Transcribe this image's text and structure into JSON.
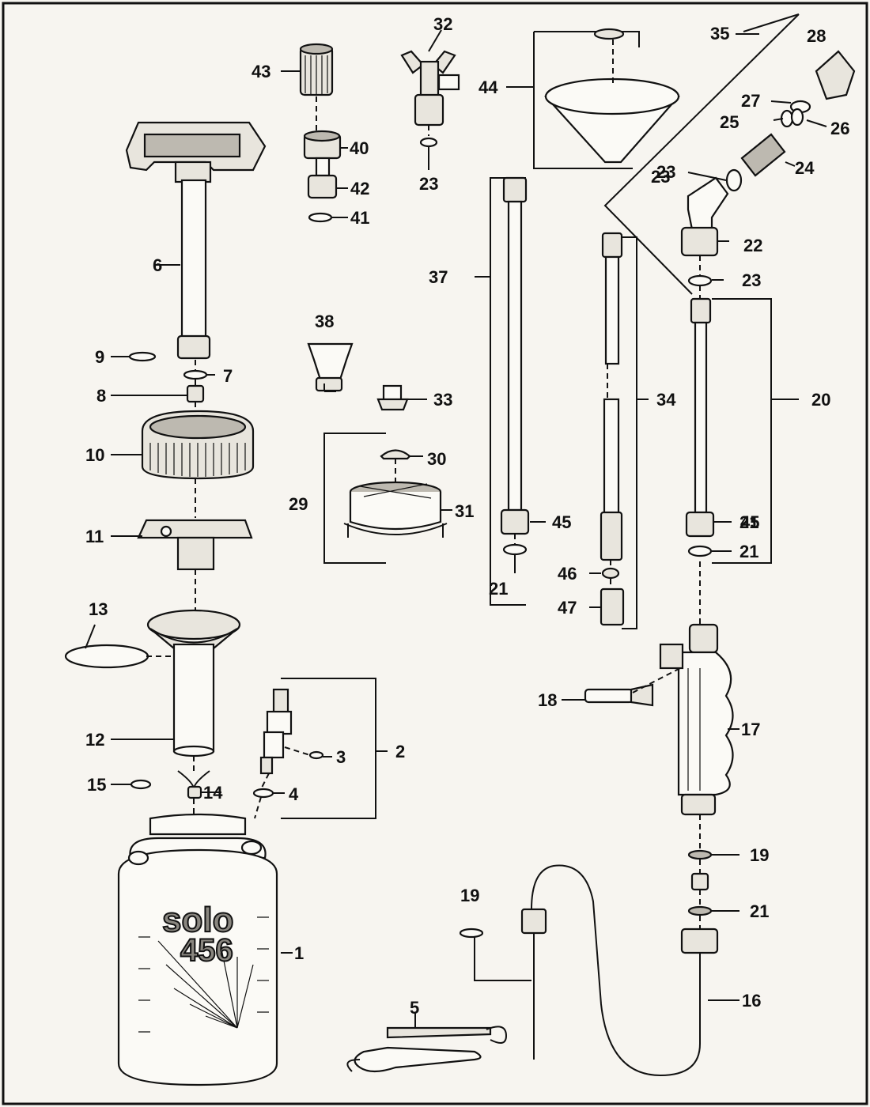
{
  "diagram": {
    "brand_text": "solo",
    "model_text": "456",
    "labels": [
      "1",
      "2",
      "3",
      "4",
      "5",
      "6",
      "7",
      "8",
      "9",
      "10",
      "11",
      "12",
      "13",
      "14",
      "15",
      "16",
      "17",
      "18",
      "19",
      "19",
      "20",
      "21",
      "21",
      "21",
      "21",
      "22",
      "23",
      "23",
      "23",
      "23",
      "24",
      "25",
      "26",
      "27",
      "28",
      "29",
      "30",
      "31",
      "32",
      "33",
      "34",
      "35",
      "37",
      "38",
      "40",
      "41",
      "42",
      "43",
      "44",
      "45",
      "45",
      "46",
      "47"
    ]
  }
}
